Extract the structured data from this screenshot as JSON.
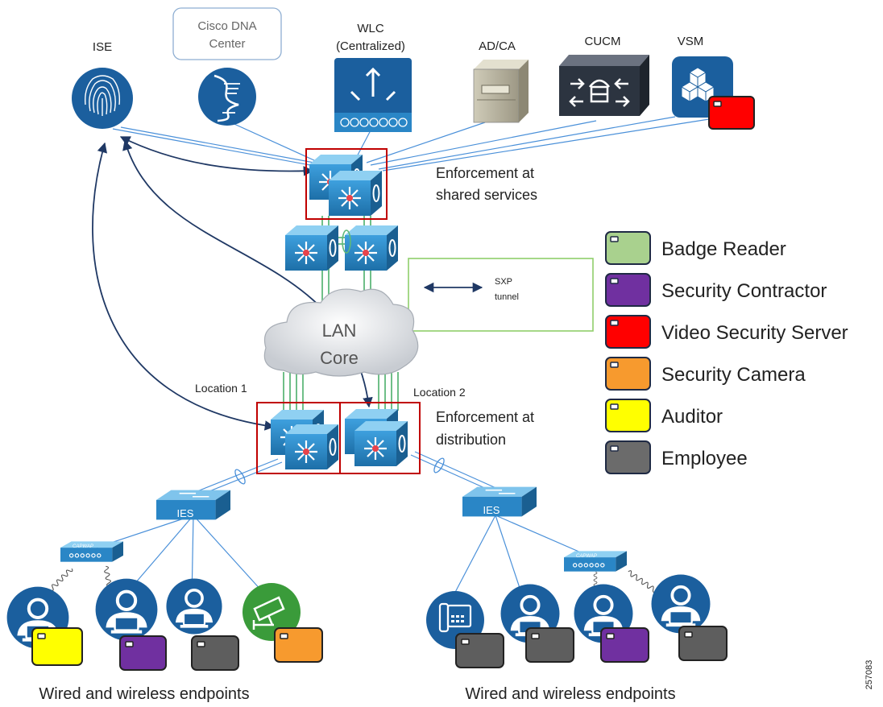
{
  "servers": {
    "ise": "ISE",
    "dna_line1": "Cisco DNA",
    "dna_line2": "Center",
    "wlc_line1": "WLC",
    "wlc_line2": "(Centralized)",
    "adca": "AD/CA",
    "cucm": "CUCM",
    "vsm": "VSM"
  },
  "annotations": {
    "shared_line1": "Enforcement at",
    "shared_line2": "shared services",
    "dist_line1": "Enforcement at",
    "dist_line2": "distribution",
    "location1": "Location 1",
    "location2": "Location 2",
    "lan_line1": "LAN",
    "lan_line2": "Core",
    "ies": "IES",
    "capwap": "CAPWAP",
    "sxp_line1": "SXP",
    "sxp_line2": "tunnel",
    "endpoints_left": "Wired and wireless endpoints",
    "endpoints_right": "Wired and wireless endpoints",
    "figure_id": "257083"
  },
  "legend": [
    {
      "label": "Badge Reader",
      "color": "#a9d18e"
    },
    {
      "label": "Security Contractor",
      "color": "#7030a0"
    },
    {
      "label": "Video Security Server",
      "color": "#ff0000"
    },
    {
      "label": "Security Camera",
      "color": "#f79a2e"
    },
    {
      "label": "Auditor",
      "color": "#ffff00"
    },
    {
      "label": "Employee",
      "color": "#6b6b6b"
    }
  ],
  "icons": {
    "ise": "fingerprint-icon",
    "dna": "dna-helix-icon",
    "wlc": "wireless-controller-icon",
    "adca": "server-tower-icon",
    "cucm": "call-manager-icon",
    "vsm": "video-surveillance-manager-icon",
    "switch": "multilayer-switch-icon",
    "ies": "industrial-ethernet-switch-icon",
    "ap": "capwap-access-point-icon",
    "user": "user-laptop-icon",
    "camera": "security-camera-icon",
    "phone": "ip-phone-icon"
  },
  "colors": {
    "cisco_blue": "#1b5f9e",
    "switch_blue": "#2f8fce",
    "enforcement_box": "#c00000",
    "sxp_arrow": "#1f3864",
    "sxp_box": "#8fce6a",
    "link_green": "#5fb87a"
  }
}
